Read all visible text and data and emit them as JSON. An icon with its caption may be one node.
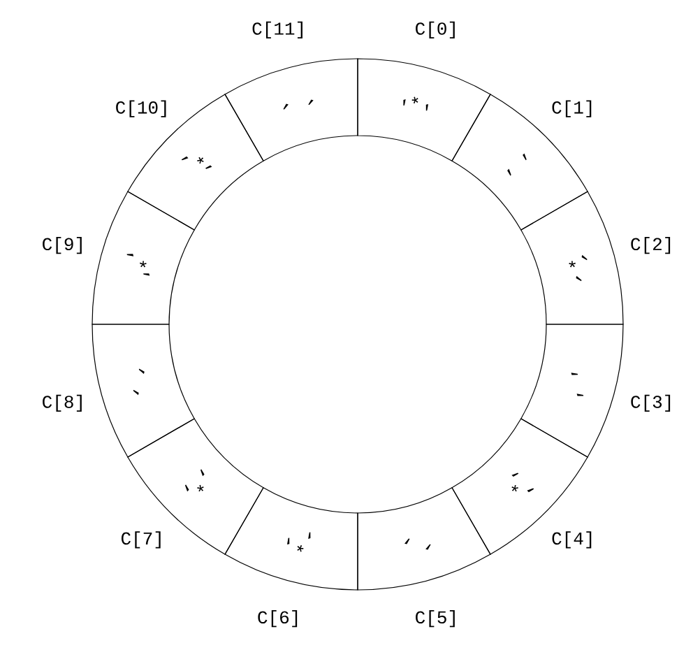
{
  "diagram": {
    "nodes": [
      {
        "text": [
          "’*,"
        ],
        "beside": [
          "C[0]"
        ]
      },
      {
        "text": [
          ", ,"
        ],
        "beside": [
          "C[1]"
        ]
      },
      {
        "text": [
          ",*,"
        ],
        "beside": [
          "C[2]"
        ]
      },
      {
        "text": [
          ", ,"
        ],
        "beside": [
          "C[3]"
        ]
      },
      {
        "text": [
          ",*,"
        ],
        "beside": [
          "C[4]"
        ]
      },
      {
        "text": [
          ", ,"
        ],
        "beside": [
          "C[5]"
        ]
      },
      {
        "text": [
          ",*,"
        ],
        "beside": [
          "C[6]"
        ]
      },
      {
        "text": [
          ",*,"
        ],
        "beside": [
          "C[7]"
        ]
      },
      {
        "text": [
          ", ,"
        ],
        "beside": [
          "C[8]"
        ]
      },
      {
        "text": [
          ",*’"
        ],
        "beside": [
          "C[9]"
        ]
      },
      {
        "text": [
          ",*’"
        ],
        "beside": [
          "C[10]"
        ]
      },
      {
        "text": [
          ", ’"
        ],
        "beside": [
          "C[11]"
        ]
      }
    ]
  }
}
